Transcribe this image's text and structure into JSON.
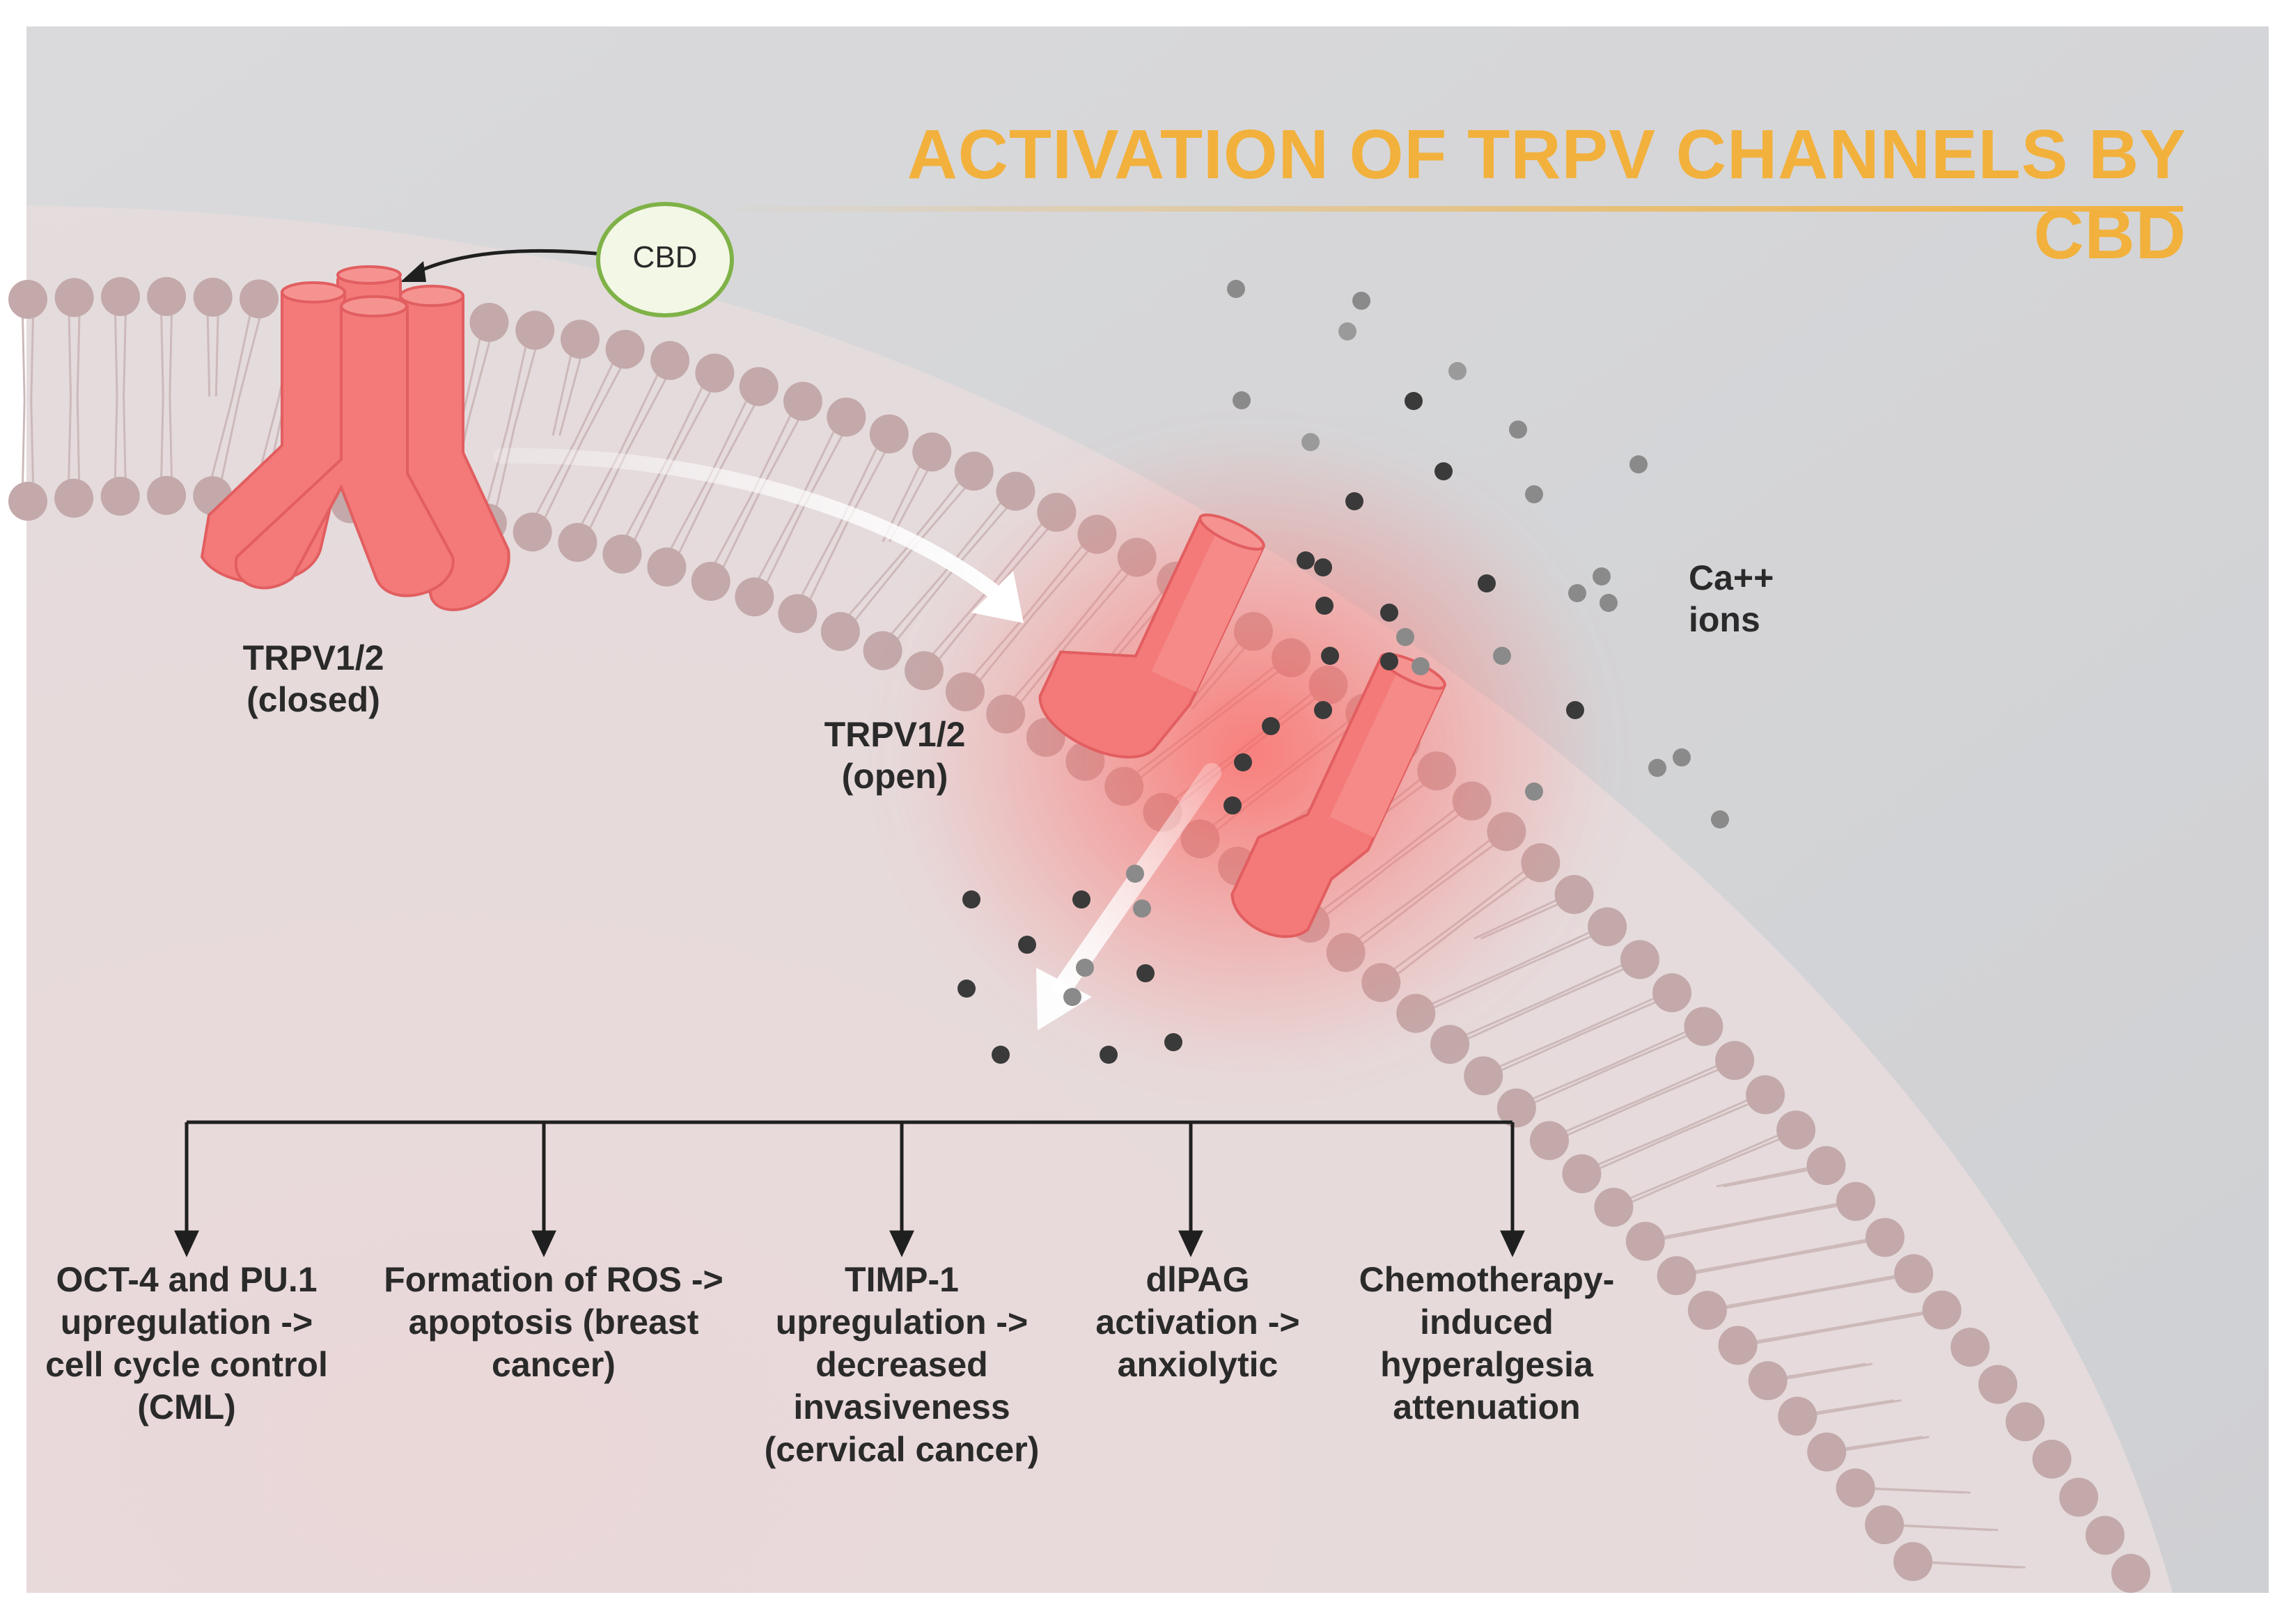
{
  "title": "ACTIVATION OF TRPV CHANNELS BY CBD",
  "colors": {
    "title": "#f2b13c",
    "channel": "#f37a78",
    "membrane_head": "#c3a9aa",
    "cbd_ring": "#7fb247",
    "cbd_fill": "#f3f7e6",
    "ion": "#3a3a3a"
  },
  "cbd_label": "CBD",
  "closed_channel": {
    "line1": "TRPV1/2",
    "line2": "(closed)"
  },
  "open_channel": {
    "line1": "TRPV1/2",
    "line2": "(open)"
  },
  "ions_label": {
    "line1": "Ca++",
    "line2": "ions"
  },
  "outcomes": [
    {
      "lines": [
        "OCT-4 and PU.1",
        "upregulation ->",
        "cell cycle control",
        "(CML)"
      ]
    },
    {
      "lines": [
        "Formation of ROS ->",
        "apoptosis (breast",
        "cancer)"
      ]
    },
    {
      "lines": [
        "TIMP-1",
        "upregulation ->",
        "decreased",
        "invasiveness",
        "(cervical cancer)"
      ]
    },
    {
      "lines": [
        "dlPAG",
        "activation ->",
        "anxiolytic"
      ]
    },
    {
      "lines": [
        "Chemotherapy-",
        "induced",
        "hyperalgesia",
        "attenuation"
      ]
    }
  ]
}
